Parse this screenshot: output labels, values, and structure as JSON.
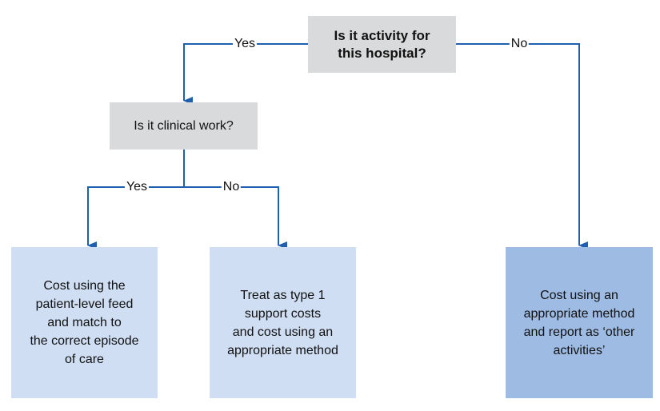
{
  "nodes": {
    "top_question": "Is it activity for\nthis hospital?",
    "clinical_question": "Is it clinical work?",
    "outcome_patient_level": "Cost using the\npatient-level feed\nand match to\nthe correct episode\nof care",
    "outcome_type1_support": "Treat as type 1\nsupport costs\nand cost using an\nappropriate method",
    "outcome_other_activities": "Cost using an\nappropriate method\nand report as ‘other\nactivities’"
  },
  "edges": {
    "top_yes": "Yes",
    "top_no": "No",
    "clinical_yes": "Yes",
    "clinical_no": "No"
  },
  "colors": {
    "connector": "#1f5fae",
    "question_box": "#d9dadb",
    "outcome_box_light": "#cfdef2",
    "outcome_box_dark": "#9ebbe3"
  }
}
